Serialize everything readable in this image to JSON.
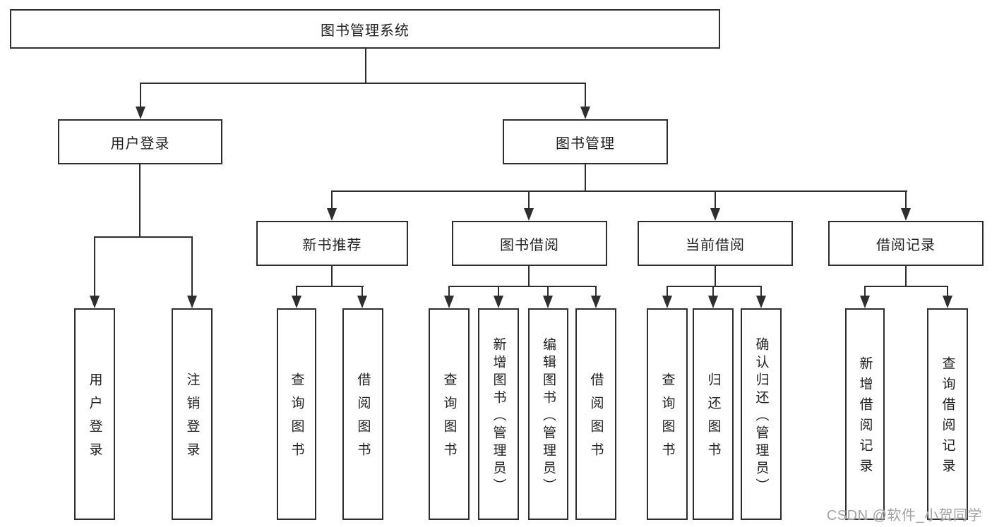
{
  "diagram": {
    "nodes": {
      "root": "图书管理系统",
      "userLogin": "用户登录",
      "bookMgmt": "图书管理",
      "newBookRec": "新书推荐",
      "bookBorrow": "图书借阅",
      "currentBorrow": "当前借阅",
      "borrowRecord": "借阅记录",
      "userLoginLeaf": "用户登录",
      "logoutLeaf": "注销登录",
      "nrQuery": "查询图书",
      "nrBorrow": "借阅图书",
      "bbQuery": "查询图书",
      "bbAdd": "新增图书（管理员）",
      "bbEdit": "编辑图书（管理员）",
      "bbBorrow": "借阅图书",
      "cbQuery": "查询图书",
      "cbReturn": "归还图书",
      "cbConfirm": "确认归还（管理员）",
      "brAdd": "新增借阅记录",
      "brQuery": "查询借阅记录"
    },
    "watermark": "CSDN @软件_小贺同学",
    "colors": {
      "line": "#2e2e2e",
      "text": "#212121",
      "watermark": "#a2a2a2",
      "background": "#ffffff"
    }
  }
}
